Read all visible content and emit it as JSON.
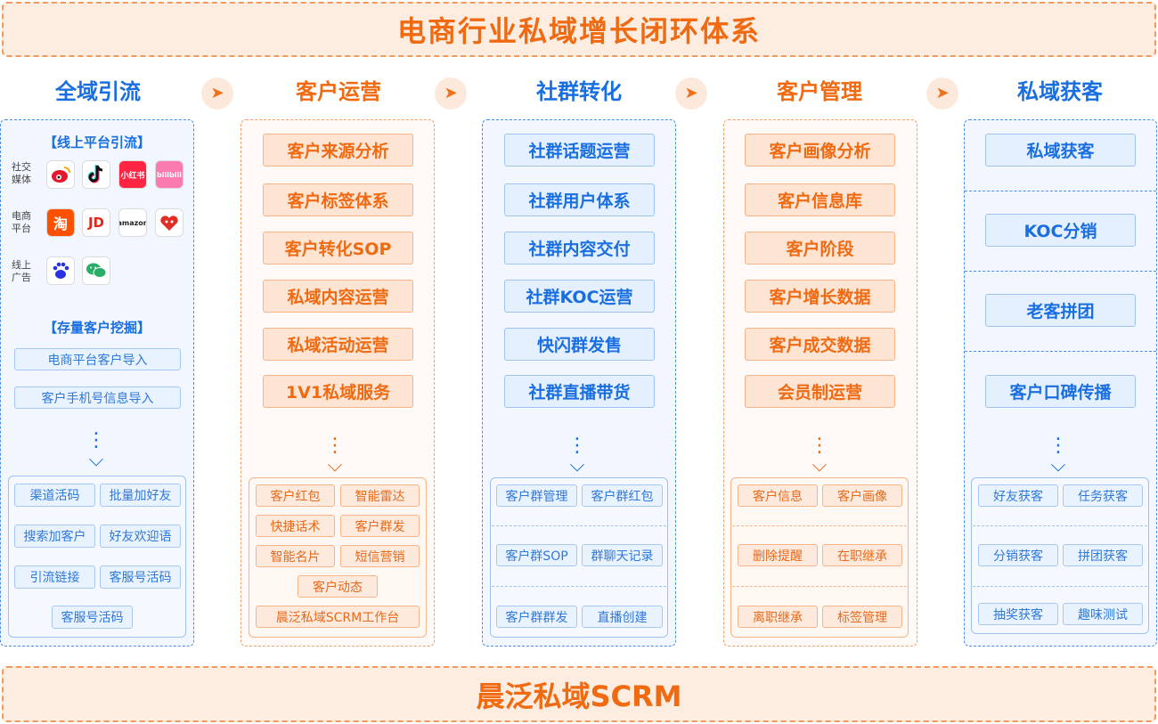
{
  "header": {
    "title": "电商行业私域增长闭环体系"
  },
  "footer": {
    "title": "晨泛私域SCRM"
  },
  "arrows": {
    "glyph": "➤"
  },
  "columns": {
    "c1": {
      "title": "全域引流",
      "online_heading": "【线上平台引流】",
      "platforms": [
        {
          "label": "社交\n媒体",
          "apps": [
            "weibo-icon",
            "douyin-icon",
            "xiaohongshu-icon",
            "bilibili-icon"
          ]
        },
        {
          "label": "电商\n平台",
          "apps": [
            "taobao-icon",
            "jd-icon",
            "amazon-icon",
            "pinduoduo-icon"
          ]
        },
        {
          "label": "线上\n广告",
          "apps": [
            "baidu-icon",
            "wechat-icon"
          ]
        }
      ],
      "app_text": {
        "xhs": "小红书",
        "tb": "淘",
        "jd": "JD",
        "amz": "amazon",
        "bili": "bilibili"
      },
      "stock_heading": "【存量客户挖掘】",
      "import1": "电商平台客户导入",
      "import2": "客户手机号信息导入",
      "tools": [
        "渠道活码",
        "批量加好友",
        "搜索加客户",
        "好友欢迎语",
        "引流链接",
        "客服号活码",
        "客服号活码"
      ]
    },
    "c2": {
      "title": "客户运营",
      "items": [
        "客户来源分析",
        "客户标签体系",
        "客户转化SOP",
        "私域内容运营",
        "私域活动运营",
        "1V1私域服务"
      ],
      "tools": [
        "客户红包",
        "智能雷达",
        "快捷话术",
        "客户群发",
        "智能名片",
        "短信营销",
        "客户动态",
        "晨泛私域SCRM工作台"
      ]
    },
    "c3": {
      "title": "社群转化",
      "items": [
        "社群话题运营",
        "社群用户体系",
        "社群内容交付",
        "社群KOC运营",
        "快闪群发售",
        "社群直播带货"
      ],
      "tools": [
        "客户群管理",
        "客户群红包",
        "客户群SOP",
        "群聊天记录",
        "客户群群发",
        "直播创建"
      ]
    },
    "c4": {
      "title": "客户管理",
      "items": [
        "客户画像分析",
        "客户信息库",
        "客户阶段",
        "客户增长数据",
        "客户成交数据",
        "会员制运营"
      ],
      "tools": [
        "客户信息",
        "客户画像",
        "删除提醒",
        "在职继承",
        "离职继承",
        "标签管理"
      ]
    },
    "c5": {
      "title": "私域获客",
      "items": [
        "私域获客",
        "KOC分销",
        "老客拼团",
        "客户口碑传播"
      ],
      "tools": [
        "好友获客",
        "任务获客",
        "分销获客",
        "拼团获客",
        "抽奖获客",
        "趣味测试"
      ]
    }
  },
  "colors": {
    "blue": "#1a6fe0",
    "orange": "#f06a12"
  }
}
